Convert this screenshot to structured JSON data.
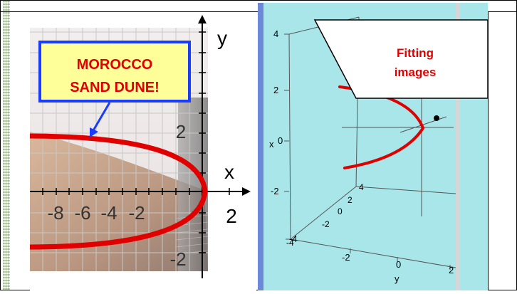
{
  "callout": {
    "line1": "MOROCCO",
    "line2": "SAND DUNE!"
  },
  "plot2d": {
    "x_axis_label": "x",
    "y_axis_label": "y",
    "x_ticks": [
      "-8",
      "-6",
      "-4",
      "-2",
      "2"
    ],
    "y_ticks": [
      "2",
      "-2"
    ],
    "curve_color": "#e00000"
  },
  "plot3d": {
    "z_ticks": [
      "4",
      "2",
      "0",
      "-2",
      "-4"
    ],
    "x_axis_label": "x",
    "y_axis_label": "y",
    "x_depth_ticks": [
      "4",
      "2",
      "0",
      "-2",
      "-4"
    ],
    "y_ticks": [
      "-2",
      "0",
      "2"
    ],
    "background_color": "#a8e6ea",
    "banner_text_line1": "Fitting",
    "banner_text_line2": "images"
  }
}
